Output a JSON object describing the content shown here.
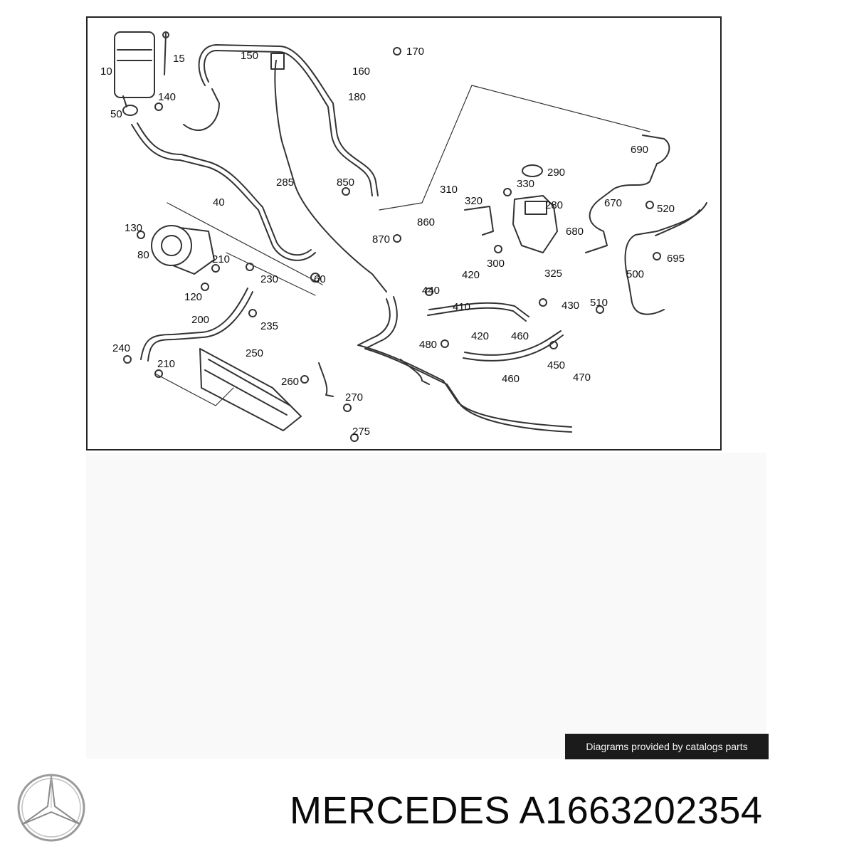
{
  "diagram": {
    "callouts": [
      "10",
      "15",
      "150",
      "170",
      "160",
      "180",
      "140",
      "50",
      "690",
      "290",
      "330",
      "850",
      "285",
      "310",
      "320",
      "280",
      "860",
      "40",
      "670",
      "520",
      "130",
      "680",
      "870",
      "80",
      "210",
      "230",
      "300",
      "325",
      "695",
      "500",
      "60",
      "420",
      "440",
      "410",
      "430",
      "510",
      "120",
      "200",
      "235",
      "420",
      "460",
      "480",
      "240",
      "250",
      "210",
      "450",
      "460",
      "470",
      "260",
      "270",
      "275"
    ]
  },
  "credit": {
    "text": "Diagrams provided by catalogs parts"
  },
  "part": {
    "brand": "MERCEDES",
    "number": "A1663202354"
  },
  "logo": {
    "icon": "three-pointed-star",
    "color": "#9a9a9a"
  }
}
